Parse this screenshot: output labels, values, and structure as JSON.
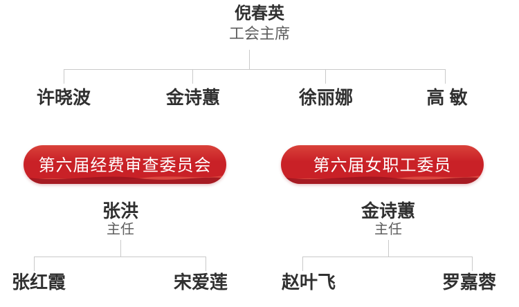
{
  "colors": {
    "background": "#ffffff",
    "name_text": "#303030",
    "subtitle_text": "#5e5e5e",
    "line": "#c9c9c9",
    "ribbon_top": "#d9423a",
    "ribbon_base": "#c92127",
    "ribbon_dark": "#9c141e",
    "ribbon_highlight": "#e96a55",
    "ribbon_text": "#ffffff"
  },
  "org_chart": {
    "root": {
      "name": "倪春英",
      "title": "工会主席"
    },
    "union_members": [
      "许晓波",
      "金诗蕙",
      "徐丽娜",
      "高 敏"
    ],
    "committees": [
      {
        "banner": "第六届经费审查委员会",
        "leader": {
          "name": "张洪",
          "title": "主任"
        },
        "members": [
          "张红霞",
          "宋爱莲"
        ]
      },
      {
        "banner": "第六届女职工委员",
        "leader": {
          "name": "金诗蕙",
          "title": "主任"
        },
        "members": [
          "赵叶飞",
          "罗嘉蓉"
        ]
      }
    ]
  }
}
